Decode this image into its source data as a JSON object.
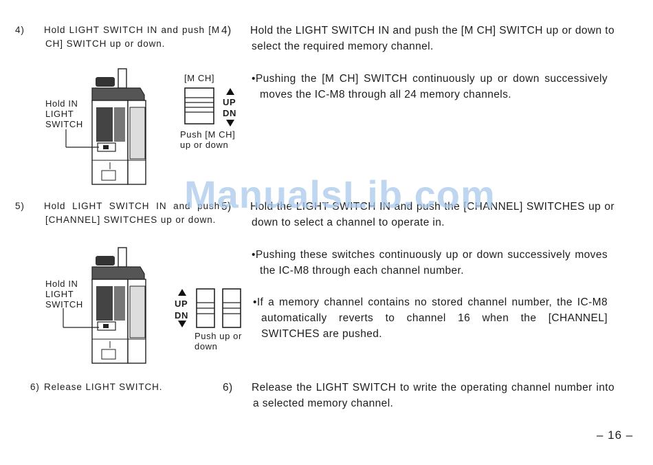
{
  "left": {
    "step4": {
      "num": "4)",
      "text": "Hold LIGHT SWITCH IN and push [M CH] SWITCH up or down."
    },
    "step5": {
      "num": "5)",
      "text": "Hold LIGHT SWITCH IN and push [CHANNEL] SWITCHES up or down."
    },
    "step6": {
      "num": "6)",
      "text": "Release LIGHT SWITCH."
    }
  },
  "fig1": {
    "hold_label_1": "Hold IN",
    "hold_label_2": "LIGHT",
    "hold_label_3": "SWITCH",
    "switch_title": "[M CH]",
    "up": "UP",
    "dn": "DN",
    "caption_1": "Push [M CH]",
    "caption_2": "up or down"
  },
  "fig2": {
    "hold_label_1": "Hold IN",
    "hold_label_2": "LIGHT",
    "hold_label_3": "SWITCH",
    "up": "UP",
    "dn": "DN",
    "caption_1": "Push up or",
    "caption_2": "down"
  },
  "right": {
    "step4": {
      "num": "4)",
      "text": "Hold the LIGHT SWITCH IN and push the [M CH] SWITCH up or down to select the required memory channel.",
      "bullet": "Pushing the [M CH] SWITCH continuously up or down successively moves the IC-M8 through all 24 memory channels."
    },
    "step5": {
      "num": "5)",
      "text": "Hold the LIGHT SWITCH IN and push the [CHANNEL] SWITCHES up or down to select a channel to operate in.",
      "bullet1": "Pushing these switches continuously up or down successively moves the IC-M8 through each channel number.",
      "bullet2": "If a memory channel contains no stored channel number, the IC-M8 automatically reverts to channel 16 when the [CHANNEL] SWITCHES are pushed."
    },
    "step6": {
      "num": "6)",
      "text": "Release the LIGHT SWITCH to write the operating channel number into a selected memory channel."
    }
  },
  "watermark": "ManualsLib.com",
  "page_number": "– 16 –"
}
